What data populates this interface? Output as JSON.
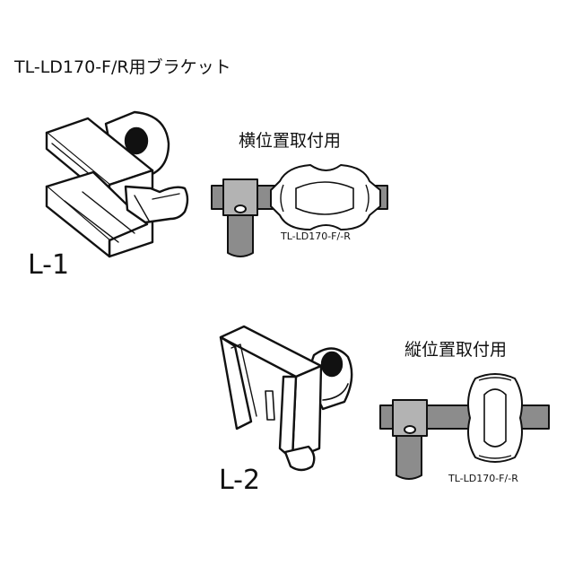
{
  "title": "TL-LD170-F/R用ブラケット",
  "bracket_l1": {
    "label": "L-1"
  },
  "bracket_l2": {
    "label": "L-2"
  },
  "mount_horizontal": {
    "heading": "横位置取付用",
    "model": "TL-LD170-F/-R"
  },
  "mount_vertical": {
    "heading": "縦位置取付用",
    "model": "TL-LD170-F/-R"
  },
  "colors": {
    "line": "#111111",
    "fill": "#ffffff",
    "bar": "#8c8c8c",
    "clamp": "#b3b3b3"
  }
}
